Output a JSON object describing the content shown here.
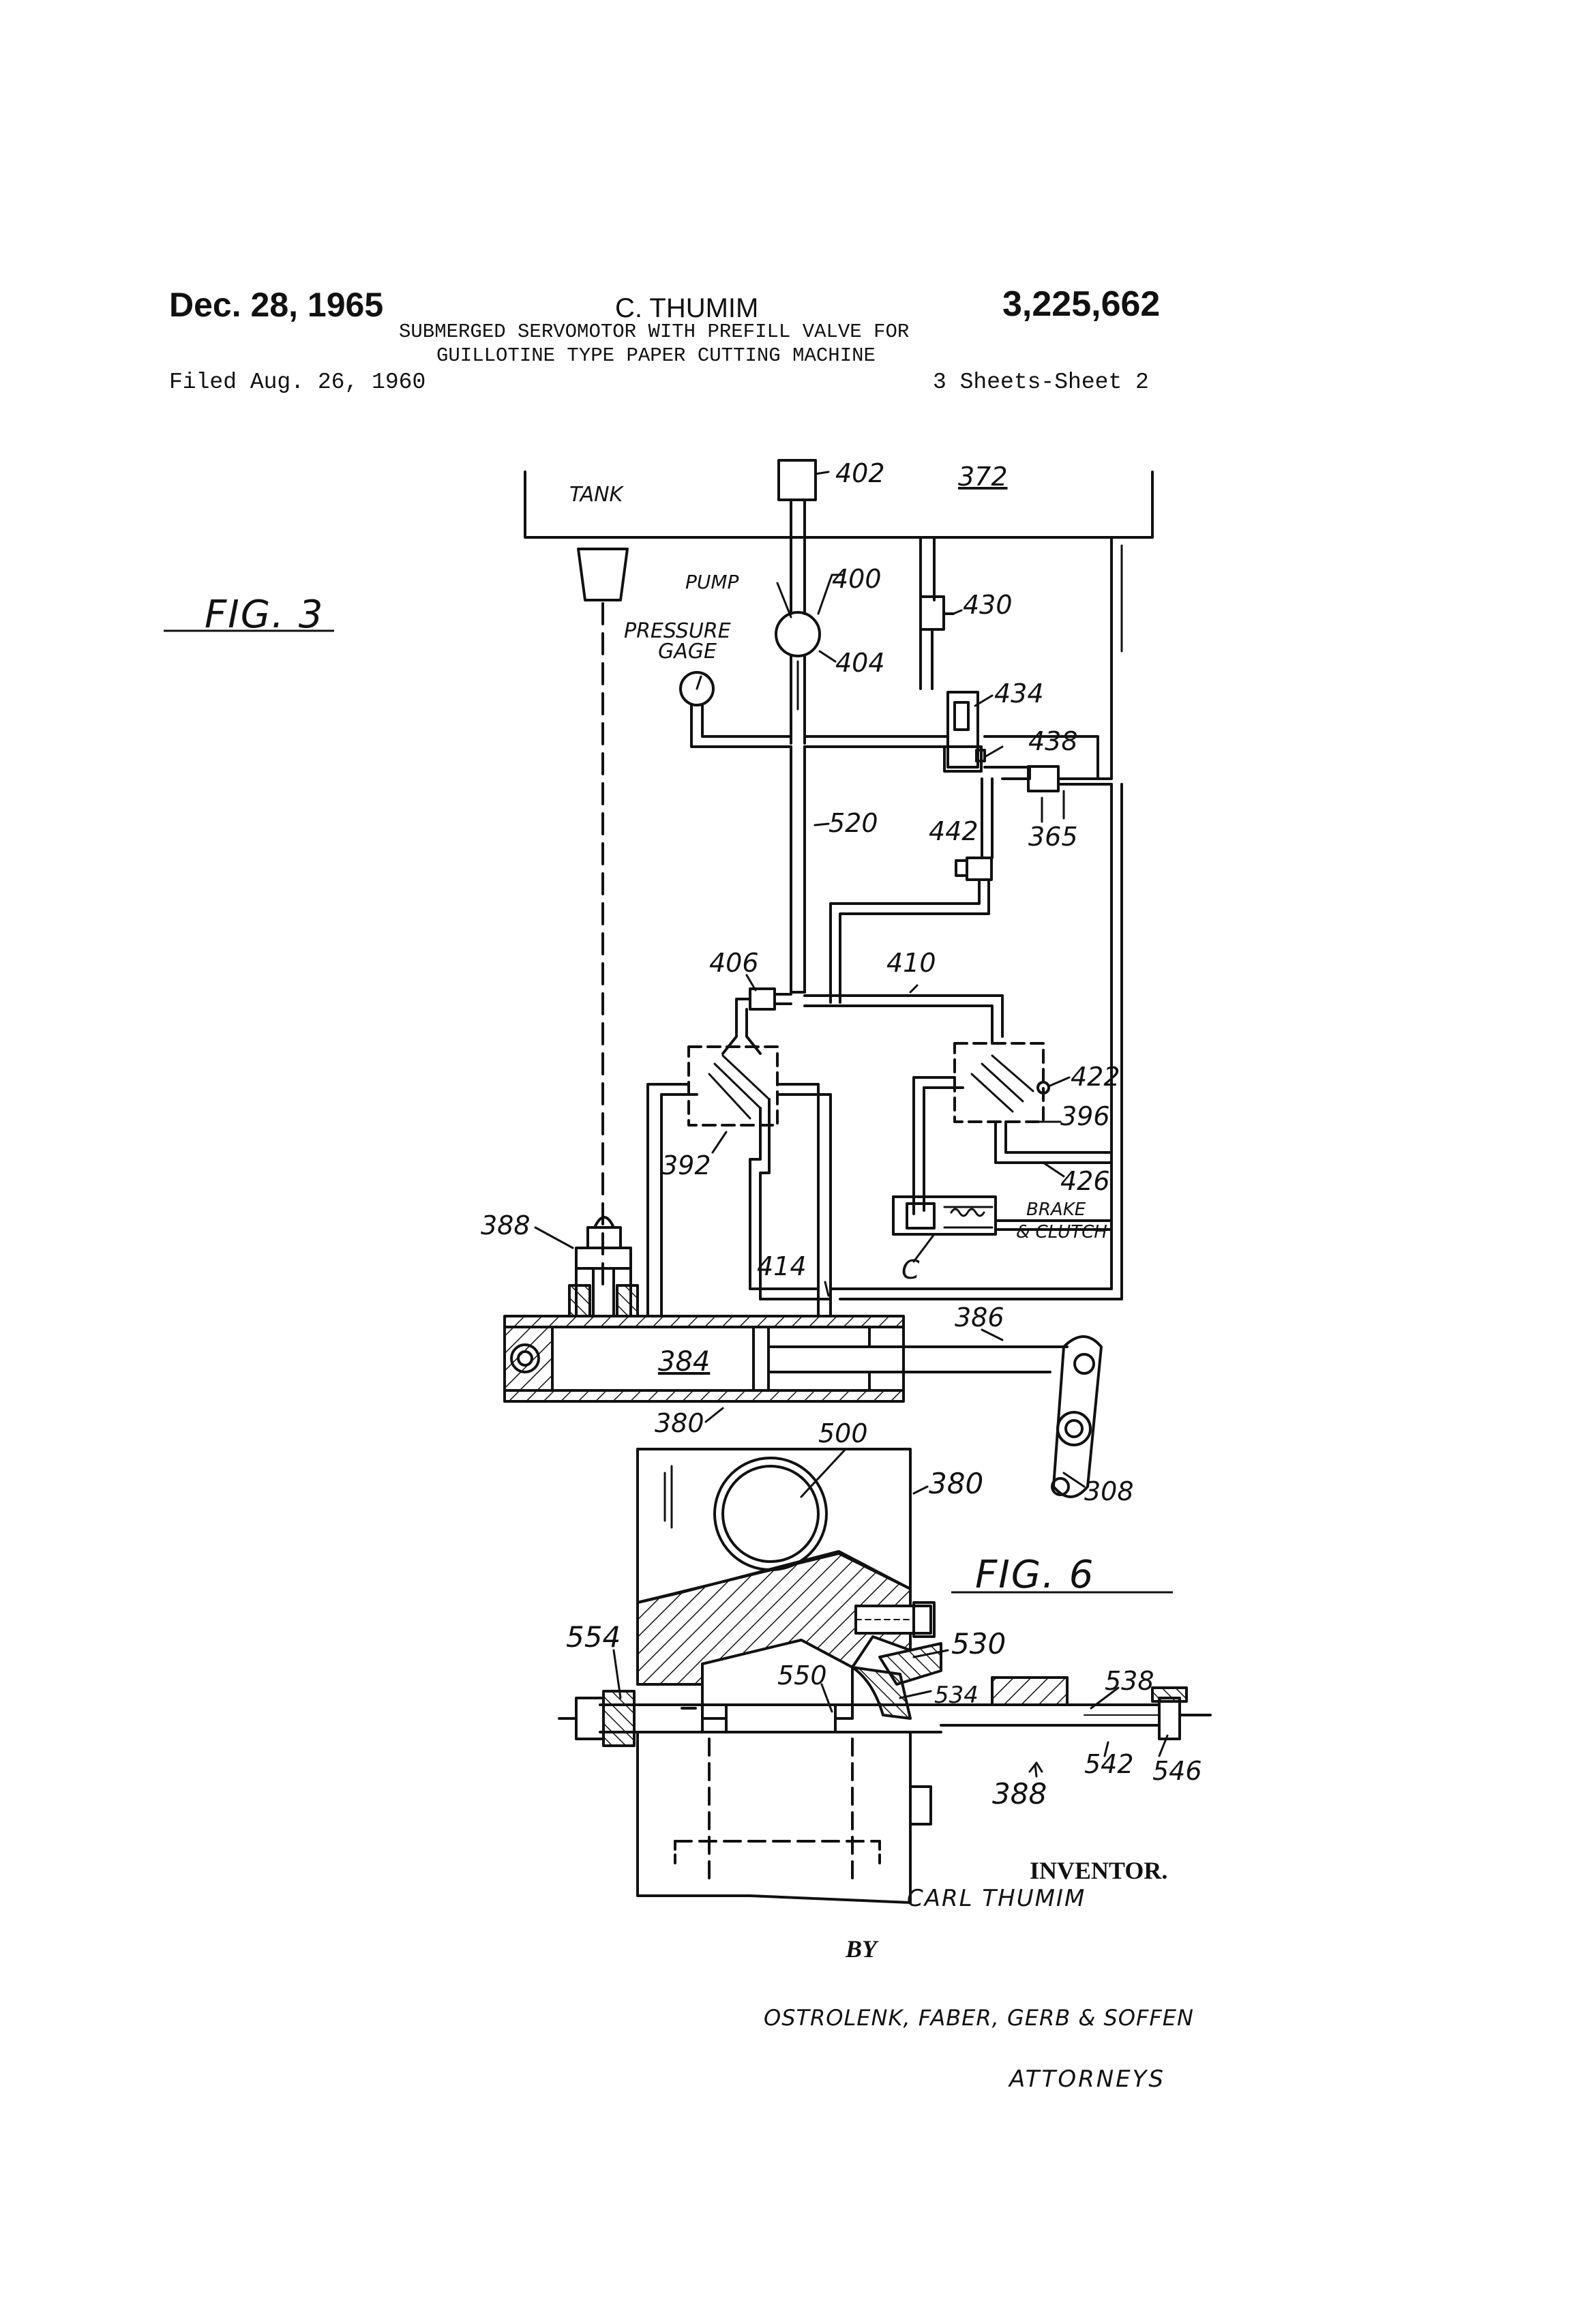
{
  "header": {
    "date": "Dec. 28, 1965",
    "inventor_name": "C. THUMIM",
    "patent_number": "3,225,662",
    "title_line1": "SUBMERGED SERVOMOTOR WITH PREFILL VALVE FOR",
    "title_line2": "GUILLOTINE TYPE PAPER CUTTING MACHINE",
    "filed": "Filed Aug. 26, 1960",
    "sheets": "3 Sheets-Sheet 2"
  },
  "fig3": {
    "caption": "FIG. 3",
    "labels": {
      "tank": "TANK",
      "l402": "402",
      "l372": "372",
      "pump": "PUMP",
      "l400": "400",
      "l430": "430",
      "pressure": "PRESSURE",
      "gage": "GAGE",
      "l404": "404",
      "l434": "434",
      "l438": "438",
      "l520": "520",
      "l442": "442",
      "l365": "365",
      "l406": "406",
      "l410": "410",
      "l422": "422",
      "l396": "396",
      "l392": "392",
      "l426": "426",
      "brake": "BRAKE",
      "clutch": "& CLUTCH",
      "lc": "C",
      "l388": "388",
      "l414": "414",
      "l386": "386",
      "l384": "384",
      "l380": "380",
      "l308": "308"
    }
  },
  "fig6": {
    "caption": "FIG. 6",
    "labels": {
      "l500": "500",
      "l380": "380",
      "l554": "554",
      "l530": "530",
      "l550": "550",
      "l534": "534",
      "l538": "538",
      "l542": "542",
      "l546": "546",
      "l388": "388"
    }
  },
  "signature": {
    "inventor_heading": "INVENTOR.",
    "inventor": "CARL THUMIM",
    "by": "BY",
    "firm": "OSTROLENK, FABER, GERB & SOFFEN",
    "attorneys": "ATTORNEYS"
  }
}
